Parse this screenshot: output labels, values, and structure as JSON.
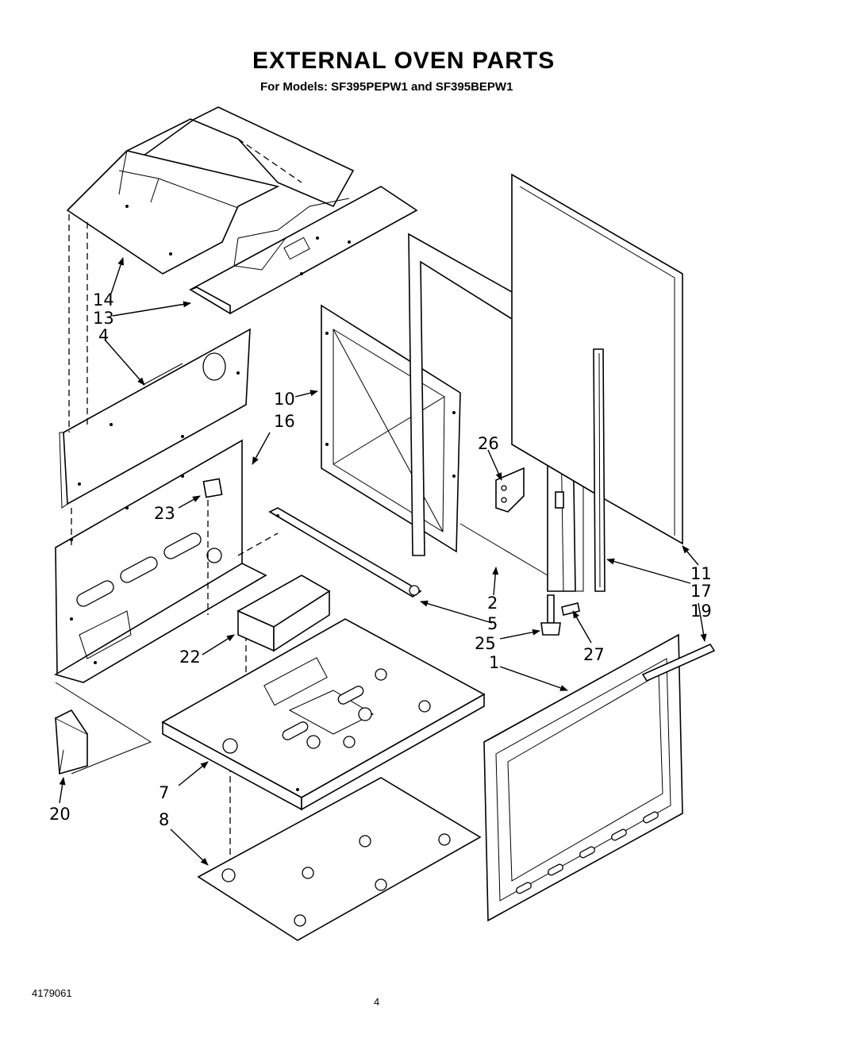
{
  "title": "EXTERNAL OVEN PARTS",
  "subtitle": "For Models: SF395PEPW1 and SF395BEPW1",
  "footer_code": "4179061",
  "page_number": "4",
  "callouts": {
    "p1": "1",
    "p2": "2",
    "p4": "4",
    "p5": "5",
    "p7": "7",
    "p8": "8",
    "p10": "10",
    "p11": "11",
    "p13": "13",
    "p14": "14",
    "p16": "16",
    "p17": "17",
    "p19": "19",
    "p20": "20",
    "p22": "22",
    "p23": "23",
    "p25": "25",
    "p26": "26",
    "p27": "27"
  }
}
